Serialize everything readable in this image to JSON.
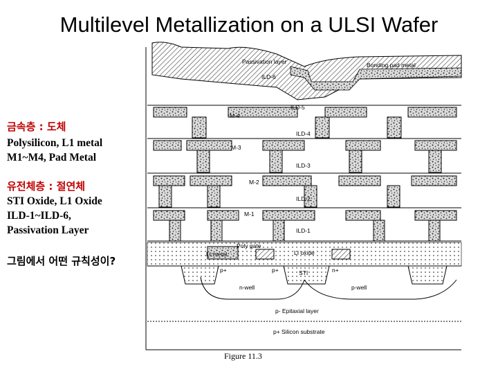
{
  "slide": {
    "title": "Multilevel Metallization on a ULSI Wafer",
    "conductor_heading": "금속층 : 도체",
    "conductor_lines": [
      "Polysilicon, L1 metal",
      "M1~M4, Pad Metal"
    ],
    "dielectric_heading": "유전체층 : 절연체",
    "dielectric_lines": [
      "STI Oxide, L1 Oxide",
      "ILD-1~ILD-6,",
      "Passivation Layer"
    ],
    "question": "그림에서 어떤 규칙성이?",
    "accent_color": "#c00000"
  },
  "figure": {
    "caption": "Figure 11.3",
    "labels": {
      "passivation": "Passivation layer",
      "bonding_pad": "Bonding pad metal",
      "ild6": "ILD-6",
      "ild5": "ILD-5",
      "m4": "M-4",
      "ild4": "ILD-4",
      "m3": "M-3",
      "ild3": "ILD-3",
      "m2": "M-2",
      "ild2": "ILD-2",
      "m1": "M-1",
      "ild1": "ILD-1",
      "poly_gate": "Poly gate",
      "li_metal": "LI metal",
      "li_oxide": "LI oxide",
      "sti": "STI",
      "n_plus": "n+",
      "p_plus_1": "p+",
      "p_plus_2": "p+",
      "n_well": "n-well",
      "p_well": "p-well",
      "epi": "p- Epitaxial layer",
      "substrate": "p+ Silicon substrate"
    }
  }
}
